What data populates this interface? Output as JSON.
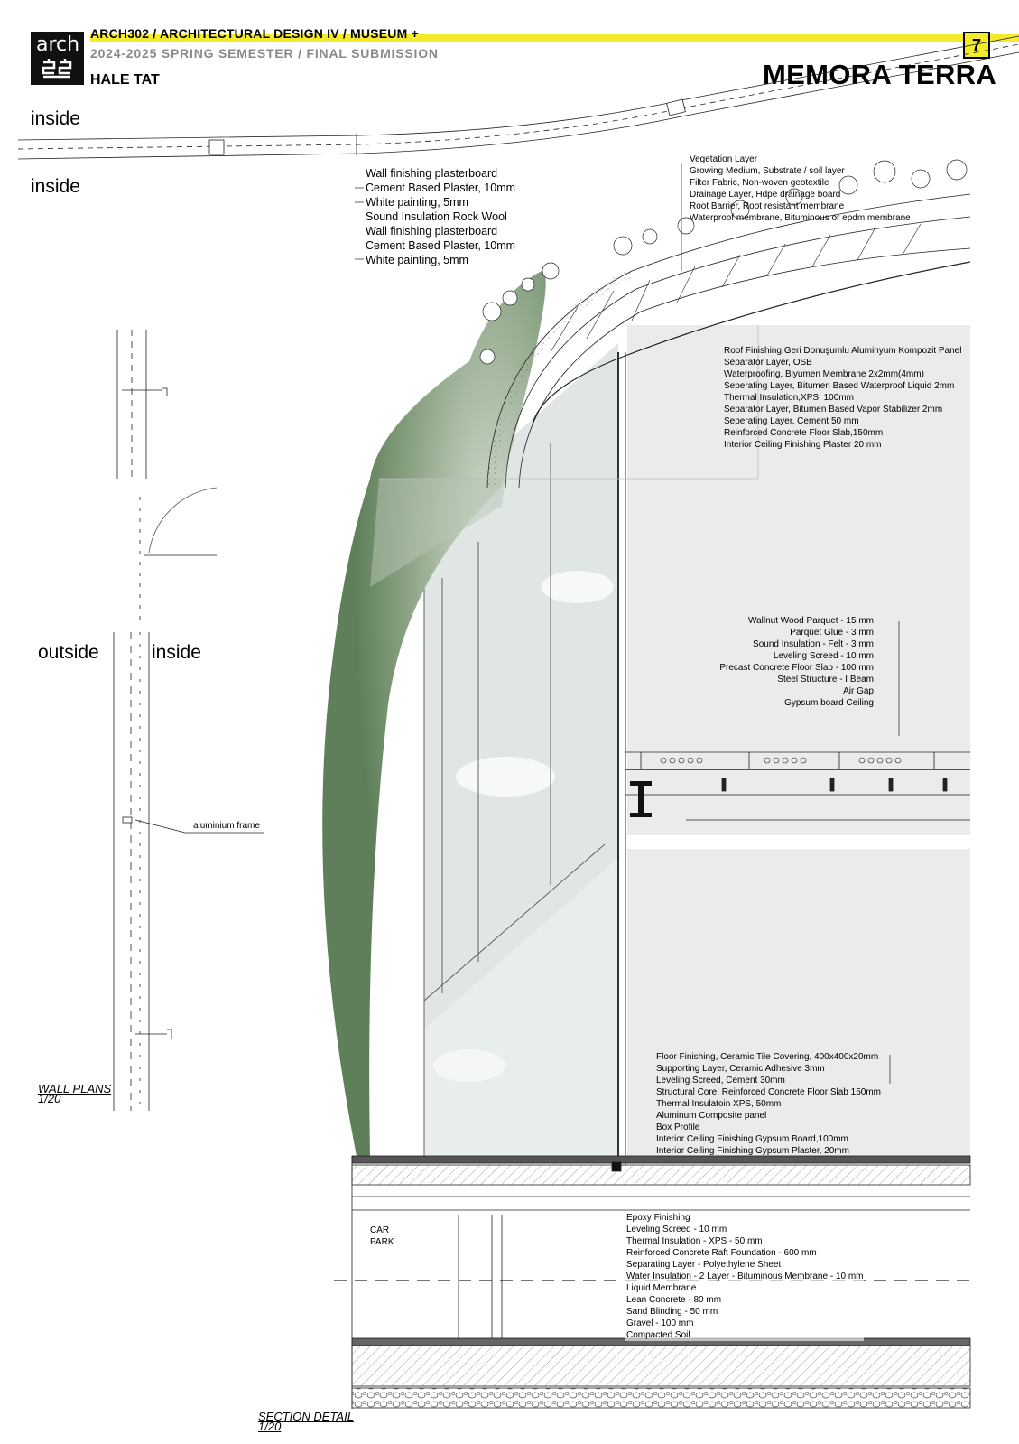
{
  "header": {
    "course": "ARCH302 / ARCHITECTURAL DESIGN IV / MUSEUM +",
    "semester": "2024-2025 SPRING SEMESTER / FINAL SUBMISSION",
    "author": "HALE TAT",
    "logo_text": "arch",
    "page_number": "7",
    "project_title": "MEMORA TERRA"
  },
  "plan_labels": {
    "inside_top_1": "inside",
    "inside_top_2": "inside",
    "outside": "outside",
    "inside_mid": "inside",
    "aluminium_frame": "aluminium frame",
    "wall_plans_title": "WALL PLANS",
    "wall_plans_scale": "1/20"
  },
  "wall_notes": [
    "Wall finishing plasterboard",
    "Cement Based Plaster, 10mm",
    "White painting, 5mm",
    "Sound Insulation Rock Wool",
    "Wall finishing plasterboard",
    "Cement Based Plaster, 10mm",
    "White painting, 5mm"
  ],
  "green_roof_notes": [
    "Vegetation Layer",
    "Growing Medium, Substrate / soil layer",
    "Filter Fabric, Non-woven geotextile",
    "Drainage Layer, Hdpe drainage board",
    "Root Barrier, Root resistant membrane",
    "Waterproof membrane, Bituminous or epdm membrane"
  ],
  "roof_notes": [
    "Roof Finishing,Geri Donuşumlu Aluminyum Kompozit Panel",
    "Separator Layer, OSB",
    "Waterproofing, Biyumen Membrane 2x2mm(4mm)",
    "Seperating Layer, Bitumen Based Waterproof Liquid 2mm",
    "Thermal Insulation,XPS, 100mm",
    "Separator Layer, Bitumen Based Vapor Stabilizer 2mm",
    "Seperating Layer, Cement 50 mm",
    "Reinforced Concrete Floor Slab,150mm",
    "Interior Ceiling Finishing Plaster 20 mm"
  ],
  "floor_notes": [
    "Wallnut Wood Parquet - 15 mm",
    "Parquet Glue - 3 mm",
    "Sound Insulation - Felt - 3 mm",
    "Leveling Screed - 10 mm",
    "Precast Concrete Floor Slab - 100 mm",
    "Steel Structure - I Beam",
    "Air Gap",
    "Gypsum board Ceiling"
  ],
  "ground_floor_notes": [
    "Floor Finishing, Ceramic Tile Covering, 400x400x20mm",
    "Supporting Layer, Ceramic Adhesive 3mm",
    "Leveling Screed, Cement 30mm",
    "Structural Core, Reinforced Concrete Floor Slab 150mm",
    "Thermal Insulatoin XPS, 50mm",
    "Aluminum Composite panel",
    "Box Profile",
    "Interior Ceiling Finishing Gypsum  Board,100mm",
    "Interior Ceiling Finishing Gypsum Plaster, 20mm"
  ],
  "car_park_label": [
    "CAR",
    "PARK"
  ],
  "foundation_notes": [
    "Epoxy Finishing",
    "Leveling Screed - 10 mm",
    "Thermal Insulation - XPS - 50 mm",
    "Reinforced Concrete Raft Foundation - 600 mm",
    "Separating Layer - Polyethylene Sheet",
    "Water Insulation - 2 Layer - Bituminous Membrane - 10 mm",
    "Liquid Membrane",
    "Lean Concrete - 80 mm",
    "Sand Blinding - 50 mm",
    "Gravel - 100 mm",
    "Compacted Soil"
  ],
  "section_title": "SECTION DETAIL",
  "section_scale": "1/20",
  "colors": {
    "accent_yellow": "#f2ea2a",
    "green_wall": "#5f7f5a",
    "glass": "#dfe6e4",
    "interior": "#ebebeb"
  }
}
